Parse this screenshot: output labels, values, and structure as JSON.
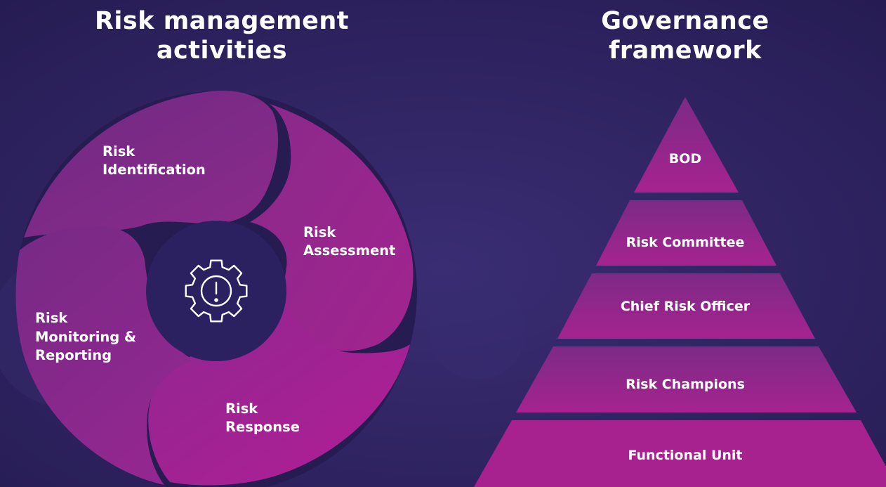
{
  "titles": {
    "left": "Risk management activities",
    "right": "Governance framework"
  },
  "cycle": {
    "center_icon": "gear-alert-icon",
    "segments": [
      {
        "id": "identification",
        "lines": [
          "Risk",
          "Identification"
        ]
      },
      {
        "id": "assessment",
        "lines": [
          "Risk",
          "Assessment"
        ]
      },
      {
        "id": "response",
        "lines": [
          "Risk",
          "Response"
        ]
      },
      {
        "id": "monitoring",
        "lines": [
          "Risk",
          "Monitoring &",
          "Reporting"
        ]
      }
    ]
  },
  "pyramid": {
    "levels": [
      "BOD",
      "Risk Committee",
      "Chief Risk Officer",
      "Risk Champions",
      "Functional Unit"
    ]
  },
  "colors": {
    "background_top": "#2a1f58",
    "background_bottom": "#352a6b",
    "segment_light": "#7f2a86",
    "segment_dark": "#a51f8f",
    "hub": "#2b2160",
    "text": "#ffffff"
  }
}
